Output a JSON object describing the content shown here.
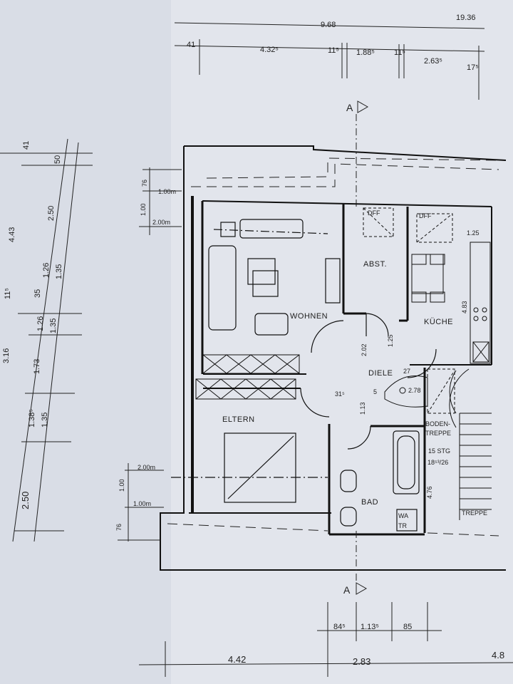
{
  "top_dims": {
    "total2": "19.36",
    "total1": "9.68",
    "d41": "41",
    "d432": "4.32⁵",
    "d115a": "11⁵",
    "d188": "1.88⁵",
    "d115b": "11⁵",
    "d263": "2.63⁵",
    "d17": "17⁵"
  },
  "left_dims": {
    "a41": "41",
    "a50": "50",
    "a250": "2.50",
    "a443": "4.43",
    "a115": "11⁵",
    "a126a": "1.26",
    "a135a": "1.35",
    "a35": "35",
    "a126b": "1.26",
    "a135b": "1.35",
    "a316": "3.16",
    "a173": "1.73",
    "a138": "1.38⁵",
    "a135c": "1.35",
    "a250b": "2.50"
  },
  "side_dims": {
    "h76a": "76",
    "m100a": "1.00m",
    "h100a": "1.00",
    "m200a": "2.00m",
    "m200b": "2.00m",
    "h100b": "1.00",
    "m100b": "1.00m",
    "h76b": "76"
  },
  "rooms": {
    "wohnen": "WOHNEN",
    "abst": "ABST.",
    "kueche": "KÜCHE",
    "diele": "DIELE",
    "eltern": "ELTERN",
    "bad": "BAD",
    "boden": "BODEN-",
    "treppe_word": "TREPPE",
    "treppe": "TREPPE",
    "steps": "15 STG",
    "step_size": "18⁵³/26",
    "waschtr1": "WA",
    "waschtr2": "TR"
  },
  "labels": {
    "dff1": "DFF",
    "dff2": "DFF",
    "d125k": "1.25",
    "d483": "4.83",
    "d202": "2.02",
    "d125d": "1.25",
    "d27": "27",
    "d278": "2.78",
    "d315": "31⁵",
    "d113": "1.13",
    "d5": "5",
    "d476": "4.76",
    "sectionA_top": "A",
    "sectionA_bot": "A"
  },
  "bottom_dims": {
    "b84": "84⁵",
    "b113": "1.13⁵",
    "b85": "85",
    "b442": "4.42",
    "b283": "2.83",
    "b48": "4.8"
  }
}
